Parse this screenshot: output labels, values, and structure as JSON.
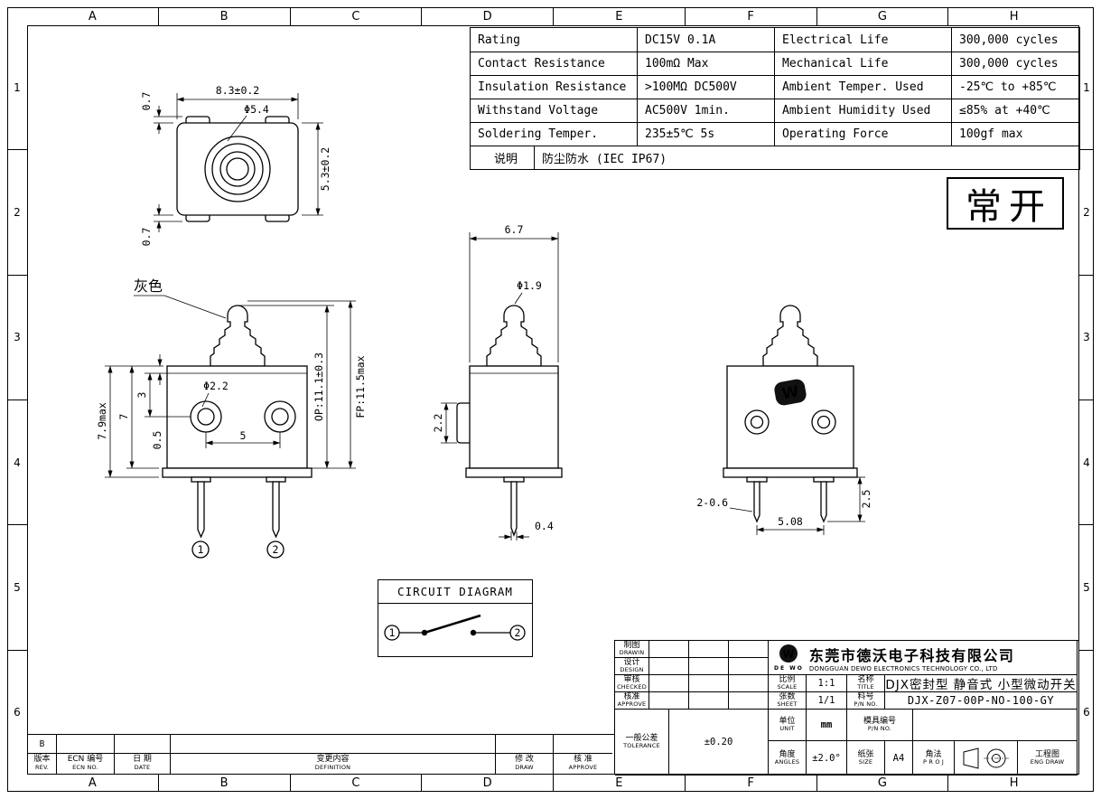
{
  "frame": {
    "cols": [
      "A",
      "B",
      "C",
      "D",
      "E",
      "F",
      "G",
      "H"
    ],
    "rows": [
      "1",
      "2",
      "3",
      "4",
      "5",
      "6"
    ]
  },
  "spec_table": {
    "rows": [
      [
        "Rating",
        "DC15V 0.1A",
        "Electrical Life",
        "300,000 cycles"
      ],
      [
        "Contact Resistance",
        "100mΩ Max",
        "Mechanical Life",
        "300,000 cycles"
      ],
      [
        "Insulation Resistance",
        ">100MΩ DC500V",
        "Ambient Temper. Used",
        "-25℃ to +85℃"
      ],
      [
        "Withstand Voltage",
        "AC500V 1min.",
        "Ambient Humidity Used",
        "≤85% at +40℃"
      ],
      [
        "Soldering Temper.",
        "235±5℃ 5s",
        "Operating Force",
        "100gf max"
      ]
    ],
    "note_label": "说明",
    "note_value": "防尘防水 (IEC IP67)"
  },
  "stamp_text": "常开",
  "drawing": {
    "top_view": {
      "width_dim": "8.3±0.2",
      "dia_dim": "Φ5.4",
      "height_dim": "5.3±0.2",
      "tab_top_dim": "0.7",
      "tab_bottom_dim": "0.7"
    },
    "front_view": {
      "color_label": "灰色",
      "overall_height": "7.9max",
      "body_height": "7",
      "hole_top": "3",
      "hole_offset": "0.5",
      "hole_pitch": "5",
      "hole_dia": "Φ2.2",
      "op_dim": "OP:11.1±0.3",
      "fp_dim": "FP:11.5max",
      "terminal1": "1",
      "terminal2": "2"
    },
    "side_view": {
      "width_dim": "6.7",
      "plunger_dia": "Φ1.9",
      "tab_dim": "2.2",
      "pin_dim": "0.4"
    },
    "back_view": {
      "pin_dia": "2-0.6",
      "pin_pitch": "5.08",
      "pin_length": "2.5"
    },
    "circuit": {
      "title": "CIRCUIT DIAGRAM",
      "terminal1": "1",
      "terminal2": "2"
    }
  },
  "title_block": {
    "drawin_cn": "制图",
    "drawin_en": "DRAWIN",
    "design_cn": "设计",
    "design_en": "DESIGN",
    "checked_cn": "审核",
    "checked_en": "CHECKED",
    "approve_cn": "核准",
    "approve_en": "APPROVE",
    "company_cn": "东莞市德沃电子科技有限公司",
    "company_en": "DONGGUAN DEWO ELECTRONICS TECHNOLOGY CO., LTD",
    "logo_letter": "W",
    "logo_sub": "DE WO",
    "scale_cn": "比例",
    "scale_en": "SCALE",
    "scale_value": "1:1",
    "sheet_cn": "张数",
    "sheet_en": "SHEET",
    "sheet_value": "1/1",
    "name_cn": "名称",
    "name_en": "TITLE",
    "name_value": "DJX密封型 静音式 小型微动开关",
    "pn_cn": "料号",
    "pn_en": "P/N NO.",
    "pn_value": "DJX-Z07-00P-NO-100-GY",
    "tol_cn": "一般公差",
    "tol_en": "TOLERANCE",
    "tol_value": "±0.20",
    "unit_cn": "单位",
    "unit_en": "UNIT",
    "unit_value": "mm",
    "mold_cn": "模具编号",
    "mold_en": "P/N NO.",
    "angle_cn": "角度",
    "angle_en": "ANGLES",
    "angle_value": "±2.0°",
    "size_cn": "纸张",
    "size_en": "SIZE",
    "size_value": "A4",
    "proj_cn": "角法",
    "proj_en": "P R O J",
    "eng_cn": "工程图",
    "eng_en": "ENG DRAW"
  },
  "rev_strip": {
    "mark": "B",
    "rev_cn": "版本",
    "rev_en": "REV.",
    "ecn_cn": "ECN 编号",
    "ecn_en": "ECN NO.",
    "date_cn": "日 期",
    "date_en": "DATE",
    "def_cn": "变更内容",
    "def_en": "DEFINITION",
    "draw_cn": "修 改",
    "draw_en": "DRAW",
    "appr_cn": "核 准",
    "appr_en": "APPROVE"
  }
}
